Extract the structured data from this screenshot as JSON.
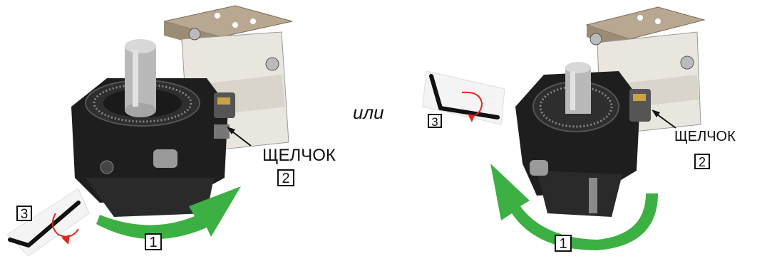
{
  "left": {
    "click_text": "ЩЕЛЧОК",
    "step_rotate": "1",
    "step_click": "2",
    "step_key": "3"
  },
  "middle": {
    "or_text": "или"
  },
  "right": {
    "click_text": "ЩЕЛЧОК",
    "step_rotate": "1",
    "step_click": "2",
    "step_key": "3"
  },
  "colors": {
    "device_body": "#1e1e1e",
    "metal": "#c9c9c9",
    "bracket": "#e6e2dc",
    "green_arrow": "#3cb043",
    "red_arrow": "#e0261c"
  },
  "icons": [
    "hex-key-icon",
    "rotate-arrow-icon",
    "click-pointer-arrow-icon"
  ]
}
